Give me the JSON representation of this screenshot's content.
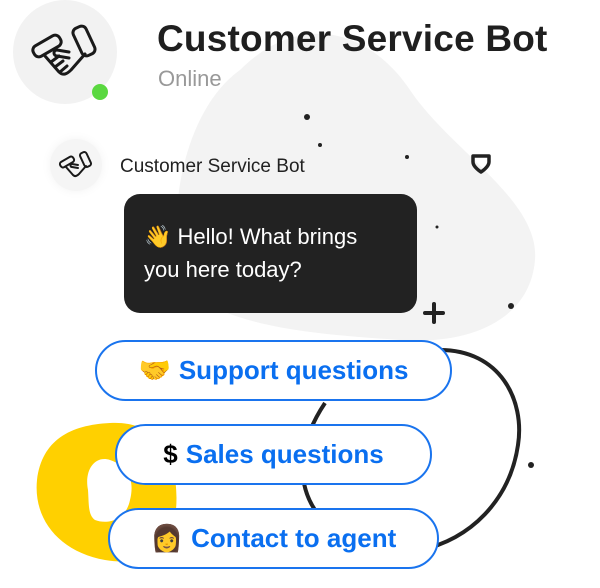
{
  "header": {
    "title": "Customer Service Bot",
    "status": "Online",
    "status_color": "#5ad840",
    "avatar_icon": "handshake-icon"
  },
  "message": {
    "sender": "Customer Service Bot",
    "emoji": "👋",
    "text": "Hello! What brings you here today?"
  },
  "options": [
    {
      "emoji": "🤝",
      "label": "Support questions"
    },
    {
      "emoji": "$",
      "label": "Sales questions"
    },
    {
      "emoji": "👩",
      "label": "Contact to agent"
    }
  ],
  "colors": {
    "accent": "#0a6ff0",
    "bubble": "#222222",
    "yellow": "#ffd000"
  }
}
